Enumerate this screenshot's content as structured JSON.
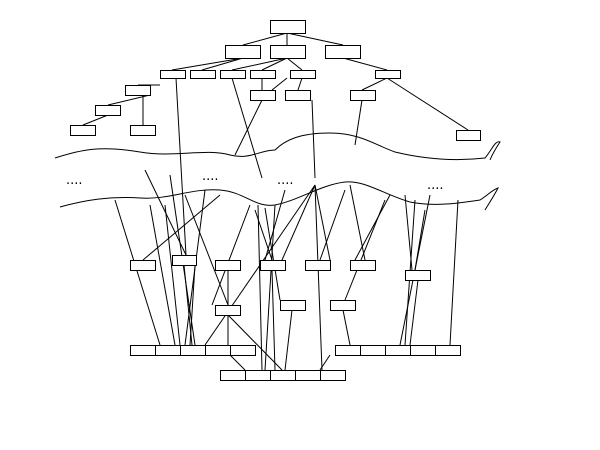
{
  "diagram": {
    "stroke_color": "#000000",
    "background_color": "#ffffff",
    "ellipsis_text": "....",
    "ellipses": [
      {
        "id": "ellipsis-1",
        "text": "...."
      },
      {
        "id": "ellipsis-2",
        "text": "...."
      },
      {
        "id": "ellipsis-3",
        "text": "...."
      },
      {
        "id": "ellipsis-4",
        "text": "...."
      }
    ]
  }
}
